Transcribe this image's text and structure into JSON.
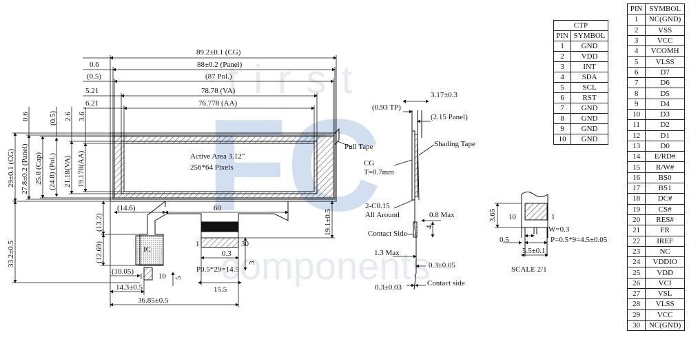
{
  "watermark": {
    "word1": "first",
    "logo": "FC",
    "word2": "components"
  },
  "front_view": {
    "dims_top": [
      "89.2±0.1 (CG)",
      "88±0.2 (Panel)",
      "(87 Pol.)",
      "78.78 (VA)",
      "76.778 (AA)"
    ],
    "offsets_top": [
      "0.6",
      "(0.5)",
      "5.21",
      "6.21"
    ],
    "dims_left_vertical": [
      "0.6",
      "(0.5)",
      "2.6",
      "3.6"
    ],
    "dims_left_main": [
      "29±0.1 (CG)",
      "27.8±0.2 (Panel)",
      "25.8 (Cap)",
      "(24.8) (Pol.)",
      "21.18(VA)",
      "19.178(AA)"
    ],
    "active_area_line1": "Active Area 3.12\"",
    "active_area_line2": "256*64 Pixels",
    "fpc": {
      "dim_14_6": "(14.6)",
      "dim_60": "60",
      "dim_13_2": "(13.2)",
      "dim_12_69": "(12.69)",
      "dim_10_05": "(10.05)",
      "dim_14_3": "14.3±0.5",
      "dim_36_85": "36.85±0.5",
      "dim_33_2": "33.2±0.5",
      "dim_19_1": "19.1±0.5",
      "dim_0_3": "0.3",
      "dim_pitch": "P0.5*29=14.5",
      "dim_15_5": "15.5",
      "dim_3": "3",
      "ic_label": "IC",
      "pin1": "1",
      "pin30": "30",
      "small_1": "1",
      "small_10": "10",
      "small_5": "5"
    }
  },
  "side_view": {
    "dim_3_17": "3.17±0.3",
    "dim_0_93": "(0.93 TP)",
    "dim_2_15": "(2.15 Panel)",
    "pull_tape": "Pull Tape",
    "shading_tape": "Shading Tape",
    "cg_label": "CG",
    "cg_thickness": "T=0.7mm",
    "chamfer": "2-C0.15",
    "all_around": "All Around",
    "dim_0_8": "0.8 Max",
    "contact_side": "Contact Side",
    "dim_4": "4",
    "dim_1_3": "1.3 Max",
    "dim_0_3_005": "0.3±0.05",
    "dim_0_3_003": "0.3±0.03",
    "contact_side_lower": "Contact side"
  },
  "detail_view": {
    "dim_3_65": "3.65",
    "pin10": "10",
    "pin1": "1",
    "w": "W=0.3",
    "pitch": "P=0.5*9=4.5±0.05",
    "dim_0_5": "0.5",
    "dim_5_5": "5.5±0.1",
    "scale": "SCALE 2/1"
  },
  "ctp_table": {
    "title": "CTP",
    "headers": [
      "PIN",
      "SYMBOL"
    ],
    "rows": [
      [
        "1",
        "GND"
      ],
      [
        "2",
        "VDD"
      ],
      [
        "3",
        "INT"
      ],
      [
        "4",
        "SDA"
      ],
      [
        "5",
        "SCL"
      ],
      [
        "6",
        "RST"
      ],
      [
        "7",
        "GND"
      ],
      [
        "8",
        "GND"
      ],
      [
        "9",
        "GND"
      ],
      [
        "10",
        "GND"
      ]
    ]
  },
  "main_table": {
    "headers": [
      "PIN",
      "SYMBOL"
    ],
    "rows": [
      [
        "1",
        "NC(GND)"
      ],
      [
        "2",
        "VSS"
      ],
      [
        "3",
        "VCC"
      ],
      [
        "4",
        "VCOMH"
      ],
      [
        "5",
        "VLSS"
      ],
      [
        "6",
        "D7"
      ],
      [
        "7",
        "D6"
      ],
      [
        "8",
        "D5"
      ],
      [
        "9",
        "D4"
      ],
      [
        "10",
        "D3"
      ],
      [
        "11",
        "D2"
      ],
      [
        "12",
        "D1"
      ],
      [
        "13",
        "D0"
      ],
      [
        "14",
        "E/RD#"
      ],
      [
        "15",
        "R/W#"
      ],
      [
        "16",
        "BS0"
      ],
      [
        "17",
        "BS1"
      ],
      [
        "18",
        "DC#"
      ],
      [
        "19",
        "CS#"
      ],
      [
        "20",
        "RES#"
      ],
      [
        "21",
        "FR"
      ],
      [
        "22",
        "IREF"
      ],
      [
        "23",
        "NC"
      ],
      [
        "24",
        "VDDIO"
      ],
      [
        "25",
        "VDD"
      ],
      [
        "26",
        "VCI"
      ],
      [
        "27",
        "VSL"
      ],
      [
        "28",
        "VLSS"
      ],
      [
        "29",
        "VCC"
      ],
      [
        "30",
        "NC(GND)"
      ]
    ]
  }
}
